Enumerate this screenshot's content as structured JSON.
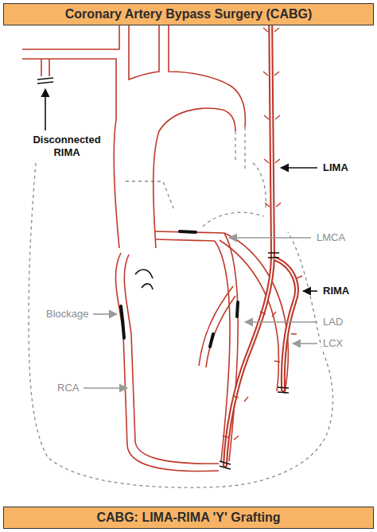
{
  "diagram": {
    "title": "Coronary Artery Bypass Surgery (CABG)",
    "caption": "CABG: LIMA-RIMA 'Y' Grafting",
    "labels": [
      "Disconnected RIMA",
      "LIMA",
      "LMCA",
      "RIMA",
      "Blockage",
      "LAD",
      "LCX",
      "RCA"
    ]
  }
}
